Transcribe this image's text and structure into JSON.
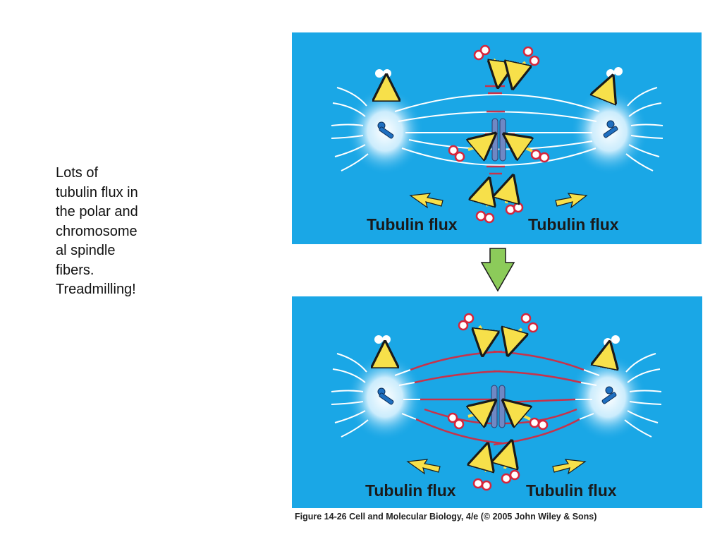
{
  "side_text": "Lots of\ntubulin flux in\nthe polar and\nchromosome\nal spindle\nfibers.\nTreadmilling!",
  "panel_top": {
    "left_label": "Tubulin flux",
    "right_label": "Tubulin flux"
  },
  "panel_bottom": {
    "left_label": "Tubulin flux",
    "right_label": "Tubulin flux"
  },
  "caption": "Figure 14-26  Cell and Molecular Biology, 4/e (© 2005 John Wiley & Sons)",
  "colors": {
    "background": "#1aa7e6",
    "spindle_fiber": "#ffffff",
    "flux_fiber": "#c8324a",
    "arrow": "#f7e04a",
    "chromosome": "#6f88c4",
    "tubulin_dimer": "#d6253b",
    "down_arrow": "#8ccb5a"
  },
  "icons": [
    "tubulin-dimer-icon",
    "gamma-tubulin-icon",
    "flux-arrow-icon",
    "chromosome-icon"
  ]
}
